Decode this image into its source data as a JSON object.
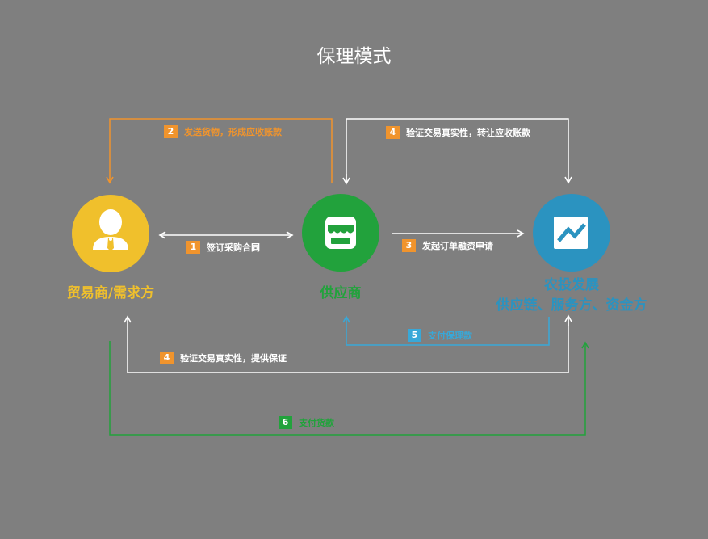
{
  "title": "保理模式",
  "colors": {
    "background": "#7f7f7f",
    "buyer": "#f0c02c",
    "supplier": "#22a23c",
    "platform": "#2b93c0",
    "orange": "#f0942d",
    "blue": "#38a8d8",
    "green": "#22a23c",
    "white": "#ffffff"
  },
  "nodes": {
    "buyer": {
      "label": "贸易商/需求方",
      "icon": "person-icon"
    },
    "supplier": {
      "label": "供应商",
      "icon": "store-icon"
    },
    "platform": {
      "line1": "农投发展",
      "line2": "供应链、服务方、资金方",
      "icon": "chart-icon"
    }
  },
  "steps": [
    {
      "num": "1",
      "text": "签订采购合同",
      "color": "#f0942d",
      "text_color": "#ffffff"
    },
    {
      "num": "2",
      "text": "发送货物，形成应收账款",
      "color": "#f0942d",
      "text_color": "#f0942d"
    },
    {
      "num": "3",
      "text": "发起订单融资申请",
      "color": "#f0942d",
      "text_color": "#ffffff"
    },
    {
      "num": "4",
      "text": "验证交易真实性，转让应收账款",
      "color": "#f0942d",
      "text_color": "#ffffff"
    },
    {
      "num": "5",
      "text": "支付保理款",
      "color": "#38a8d8",
      "text_color": "#38a8d8"
    },
    {
      "num": "4",
      "text": "验证交易真实性，提供保证",
      "color": "#f0942d",
      "text_color": "#ffffff"
    },
    {
      "num": "6",
      "text": "支付货款",
      "color": "#22a23c",
      "text_color": "#22a23c"
    }
  ]
}
